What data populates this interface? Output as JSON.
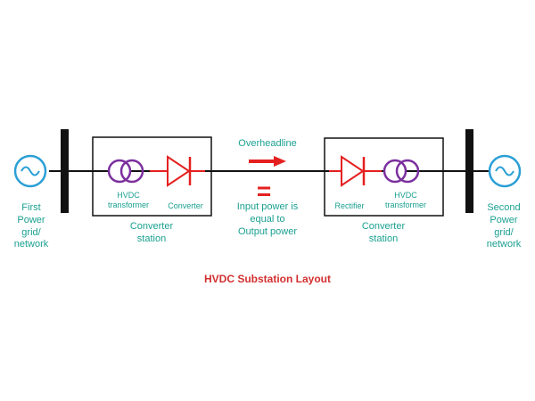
{
  "colors": {
    "line": "#111111",
    "source": "#2a9fd6",
    "transformer": "#7b2f9e",
    "device": "#e4201f",
    "text": "#1aa090",
    "title": "#d32f2f",
    "equals": "#e4201f"
  },
  "icons": {
    "source": "ac-source-icon",
    "transformer": "transformer-icon",
    "device": "diode-icon",
    "arrow": "arrow-right-icon"
  },
  "labels": {
    "first_grid": [
      "First",
      "Power",
      "grid/",
      "network"
    ],
    "second_grid": [
      "Second",
      "Power",
      "grid/",
      "network"
    ],
    "left_transformer": [
      "HVDC",
      "transformer"
    ],
    "left_device": "Converter",
    "left_station": [
      "Converter",
      "station"
    ],
    "line": "Overheadline",
    "equals": "=",
    "equality_text": [
      "Input power is",
      "equal to",
      "Output power"
    ],
    "right_device": "Rectifier",
    "right_transformer": [
      "HVDC",
      "transformer"
    ],
    "right_station": [
      "Converter",
      "station"
    ],
    "title": "HVDC Substation Layout"
  }
}
